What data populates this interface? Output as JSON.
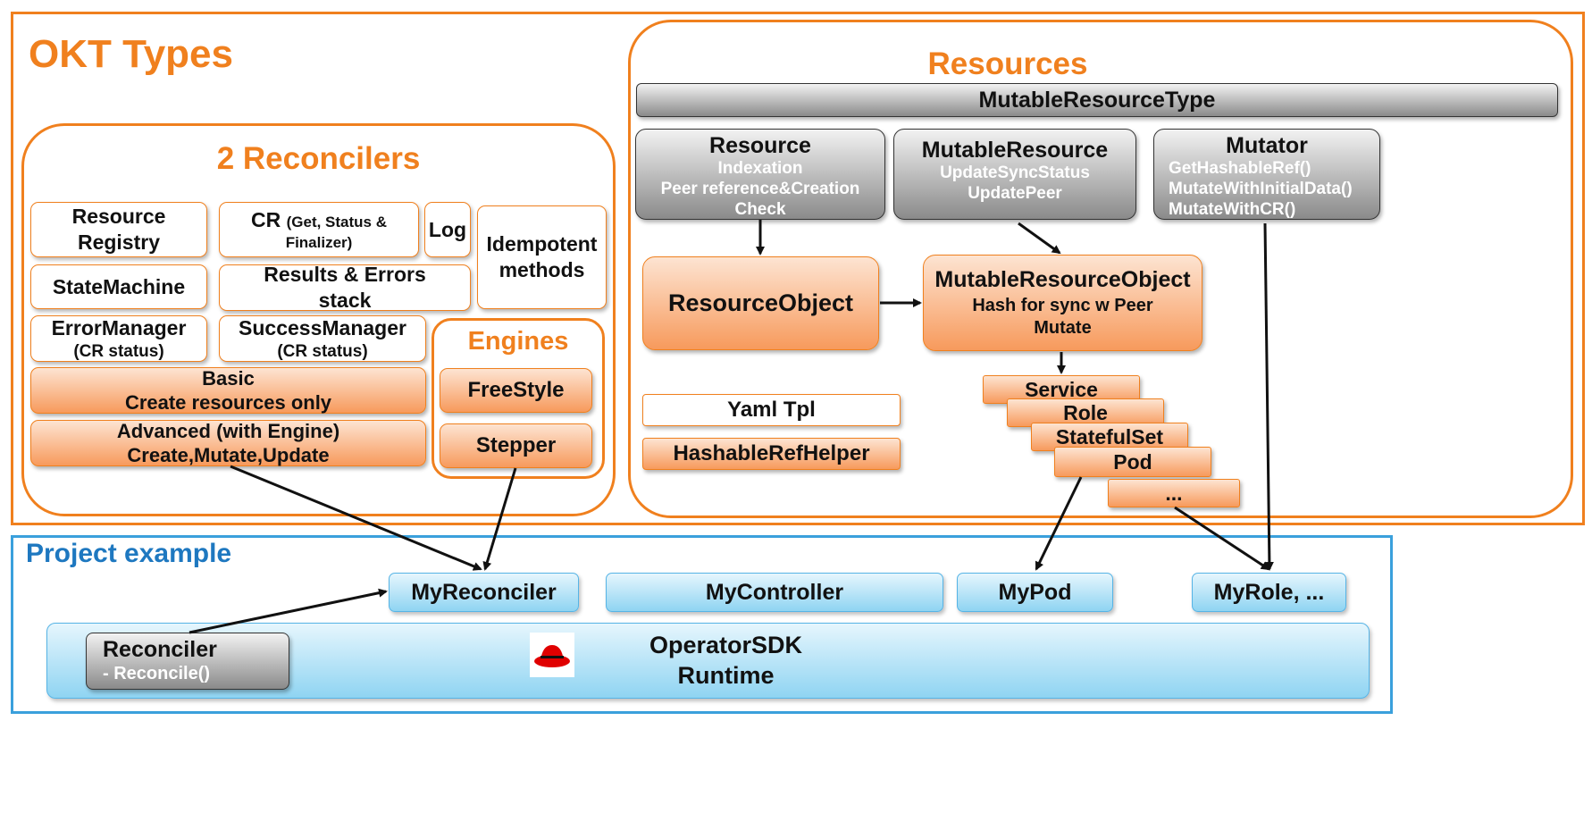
{
  "okt": {
    "title": "OKT Types",
    "reconcilers": {
      "title": "2 Reconcilers",
      "resource_registry": [
        "Resource",
        "Registry"
      ],
      "cr": {
        "main": "CR",
        "detail": "(Get, Status &",
        "detail2": "Finalizer)"
      },
      "log": "Log",
      "idempotent": [
        "Idempotent",
        "methods"
      ],
      "state_machine": "StateMachine",
      "results_errors": [
        "Results & Errors",
        "stack"
      ],
      "error_manager": [
        "ErrorManager",
        "(CR status)"
      ],
      "success_manager": [
        "SuccessManager",
        "(CR status)"
      ],
      "basic": [
        "Basic",
        "Create resources only"
      ],
      "advanced": [
        "Advanced (with Engine)",
        "Create,Mutate,Update"
      ]
    },
    "engines": {
      "title": "Engines",
      "freestyle": "FreeStyle",
      "stepper": "Stepper"
    },
    "resources": {
      "title": "Resources",
      "mutable_resource_type": "MutableResourceType",
      "resource": {
        "title": "Resource",
        "items": [
          "Indexation",
          "Peer reference&Creation",
          "Check"
        ]
      },
      "mutable_resource": {
        "title": "MutableResource",
        "items": [
          "UpdateSyncStatus",
          "UpdatePeer"
        ]
      },
      "mutator": {
        "title": "Mutator",
        "items": [
          "GetHashableRef()",
          "MutateWithInitialData()",
          "MutateWithCR()"
        ]
      },
      "resource_object": "ResourceObject",
      "mutable_resource_object": [
        "MutableResourceObject",
        "Hash for sync w Peer",
        "Mutate"
      ],
      "yaml_tpl": "Yaml Tpl",
      "hashable_ref_helper": "HashableRefHelper",
      "stack": [
        "Service",
        "Role",
        "StatefulSet",
        "Pod",
        "..."
      ]
    }
  },
  "project": {
    "title": "Project example",
    "my_reconciler": "MyReconciler",
    "my_controller": "MyController",
    "my_pod": "MyPod",
    "my_role": "MyRole, ...",
    "runtime": [
      "OperatorSDK",
      "Runtime"
    ],
    "reconciler": {
      "title": "Reconciler",
      "method": "- Reconcile()"
    }
  },
  "colors": {
    "orange": "#f0801e",
    "blue": "#3aa0dc",
    "redhat": "#e00000"
  },
  "icons": [
    "redhat-hat-icon"
  ]
}
